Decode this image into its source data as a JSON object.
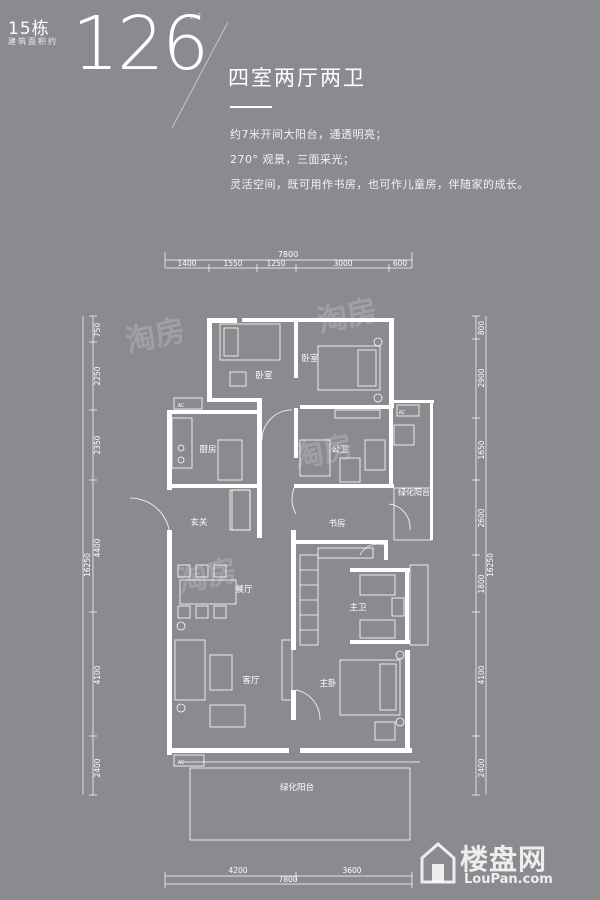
{
  "header": {
    "building": "15栋",
    "building_sub": "建筑面积约",
    "area": "126",
    "area_unit": "m²",
    "layout_type": "四室两厅两卫"
  },
  "description": [
    "约7米开间大阳台，通透明亮；",
    "270° 观景，三面采光；",
    "灵活空间，既可用作书房，也可作儿童房，伴随家的成长。"
  ],
  "dimensions": {
    "top_total": "7800",
    "top_segments": [
      "1400",
      "1550",
      "1250",
      "3000",
      "600"
    ],
    "left_total": "16250",
    "left_segments": [
      "750",
      "2250",
      "2350",
      "4400",
      "4100",
      "2400"
    ],
    "right_total": "16250",
    "right_segments": [
      "800",
      "2900",
      "1650",
      "2600",
      "1800",
      "4100",
      "2400"
    ],
    "bottom_total": "7800",
    "bottom_segments": [
      "4200",
      "3600"
    ]
  },
  "rooms": {
    "bedroom1": "卧室",
    "bedroom2": "卧室",
    "kitchen": "厨房",
    "public_bath": "公卫",
    "green_balcony_right": "绿化阳台",
    "entrance": "玄关",
    "study": "书房",
    "dining": "餐厅",
    "master_bath": "主卫",
    "living": "客厅",
    "master_bed": "主卧",
    "green_balcony_bottom": "绿化阳台",
    "ac1": "AC",
    "ac2": "AC",
    "ac3": "AC"
  },
  "watermarks": [
    "淘房",
    "淘房",
    "淘房",
    "淘房"
  ],
  "logo": {
    "name": "楼盘网",
    "url": "LouPan.com"
  }
}
